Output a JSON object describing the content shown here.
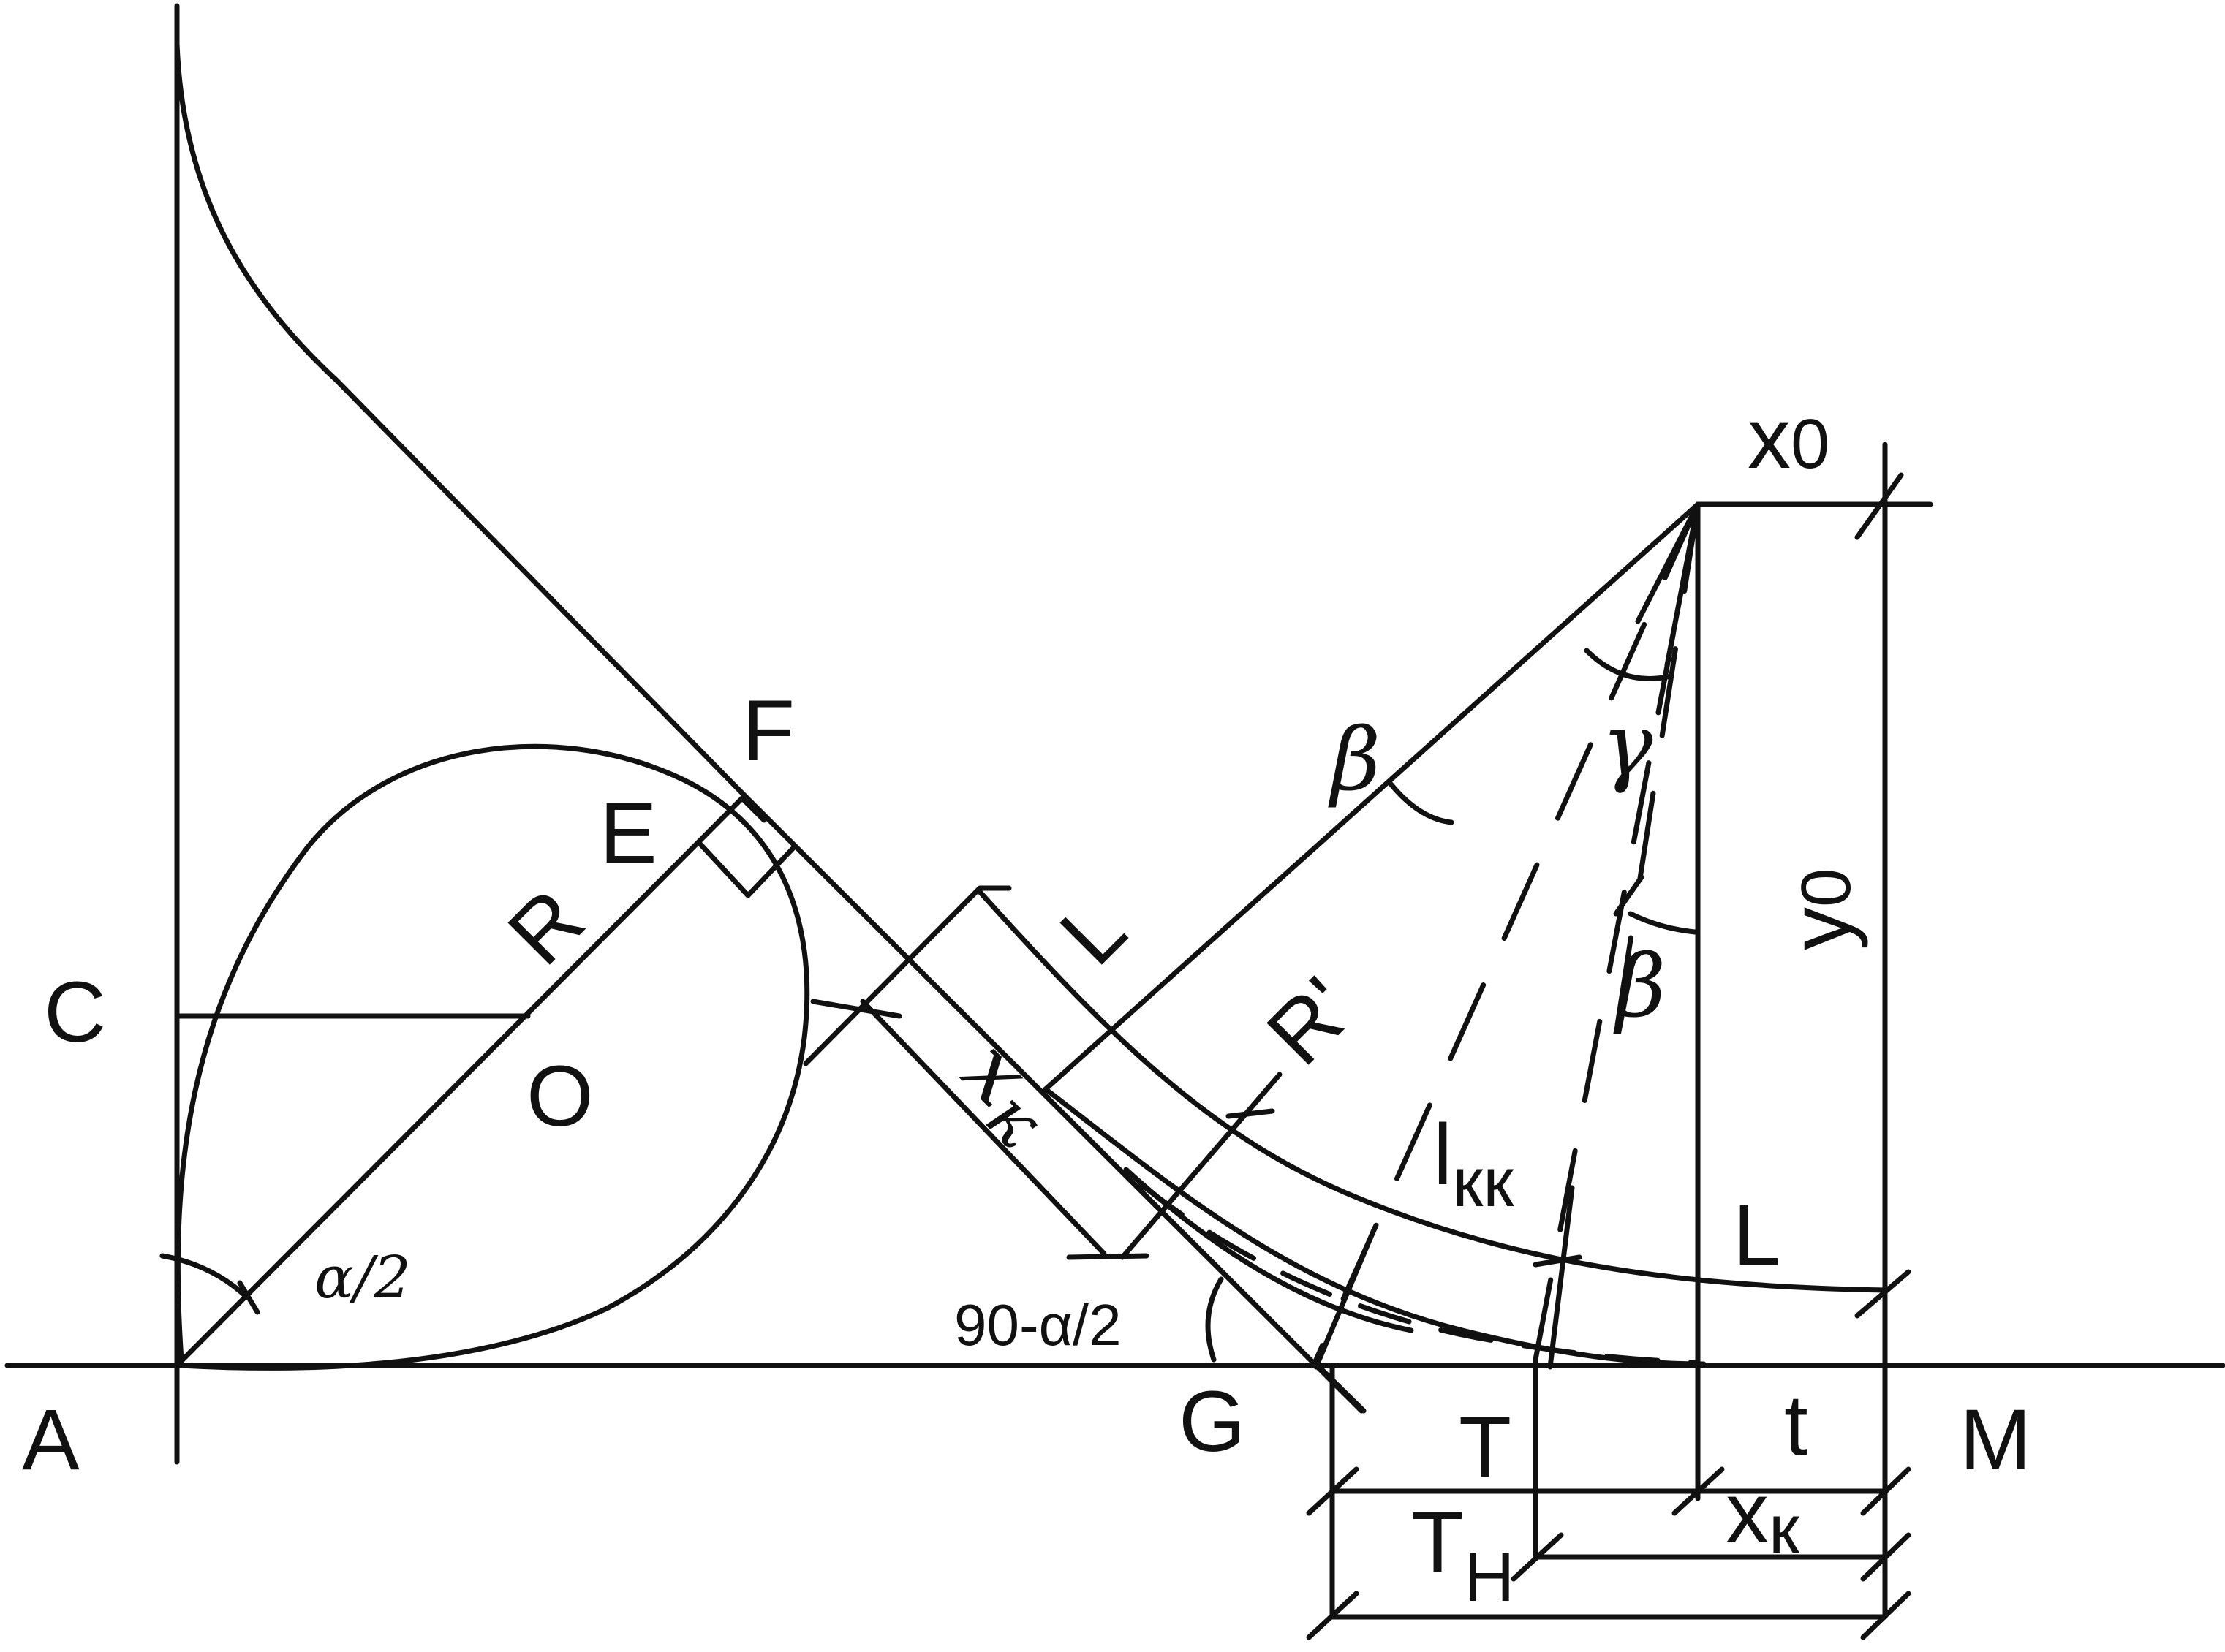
{
  "points": {
    "A": "A",
    "C": "C",
    "O": "O",
    "E": "E",
    "F": "F",
    "G": "G",
    "M": "M"
  },
  "symbols": {
    "R": "R",
    "R_prime": "R'",
    "L_upper": "L",
    "L_right": "L",
    "x_k_diag": "x",
    "x_k_diag_sub": "к",
    "l_kk": "l",
    "l_kk_sub": "кк",
    "alpha_half": "α/2",
    "ninety_minus": "90-α/2",
    "beta_1": "β",
    "beta_2": "β",
    "gamma": "γ"
  },
  "dimensions": {
    "x0": "x",
    "x0_sub": "0",
    "y0": "y",
    "y0_sub": "0",
    "T": "T",
    "t": "t",
    "Tn": "T",
    "Tn_sub": "Н",
    "xk": "x",
    "xk_sub": "к"
  },
  "colors": {
    "stroke": "#111111",
    "background": "#ffffff"
  }
}
